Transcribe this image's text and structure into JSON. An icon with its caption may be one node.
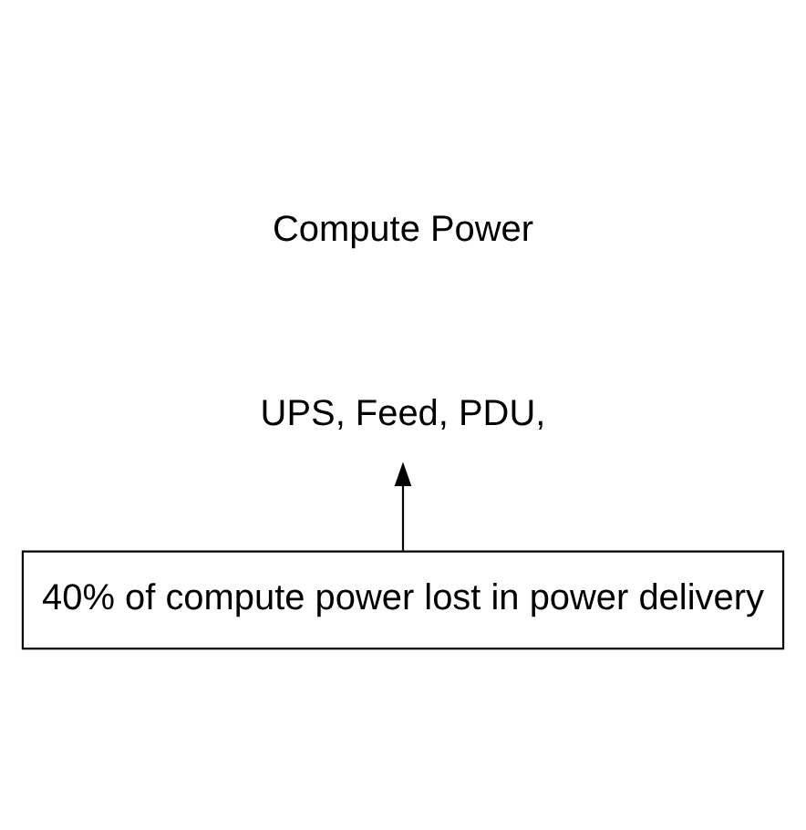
{
  "diagram": {
    "nodes": [
      {
        "text": [
          "UPS, Feed, PDU,"
        ]
      },
      {
        "text": [
          "40% of compute power lost in power delivery"
        ]
      }
    ],
    "edges": [
      {
        "from": 1,
        "to": 0,
        "arrow": "to"
      }
    ],
    "labels": [
      "Compute Power"
    ]
  }
}
